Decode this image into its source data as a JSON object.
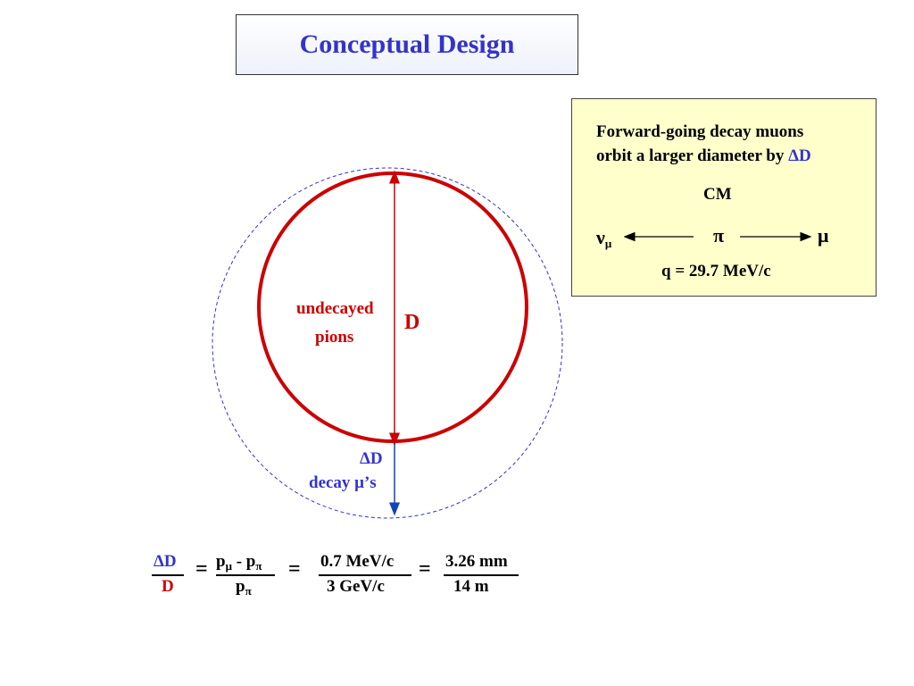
{
  "title": "Conceptual Design",
  "info_box": {
    "line1": "Forward-going decay muons",
    "line2_prefix": "orbit a larger diameter by ",
    "line2_delta": "ΔD",
    "frame": "CM",
    "nu": "ν",
    "nu_sub": "μ",
    "pi": "π",
    "mu": "μ",
    "momentum": "q =  29.7 MeV/c"
  },
  "diagram": {
    "undecayed_line1": "undecayed",
    "undecayed_line2": "pions",
    "diameter_label": "D",
    "delta_label": "ΔD",
    "decay_label": "decay μ’s"
  },
  "equation": {
    "lhs_num": "ΔD",
    "lhs_den": "D",
    "eq1": "=",
    "mid_num_p": "p",
    "mid_num_mu": "μ",
    "mid_num_minus": " - p",
    "mid_num_pi": "π",
    "mid_den_p": "p",
    "mid_den_pi": "π",
    "eq2": "=",
    "val_num": "0.7 MeV/c",
    "val_den": "3  GeV/c",
    "eq3": "=",
    "res_num": "3.26 mm",
    "res_den": "14   m"
  },
  "colors": {
    "title": "#3333cc",
    "circle": "#cc0000",
    "dashed": "#3333cc",
    "box_bg": "#ffffcc"
  }
}
